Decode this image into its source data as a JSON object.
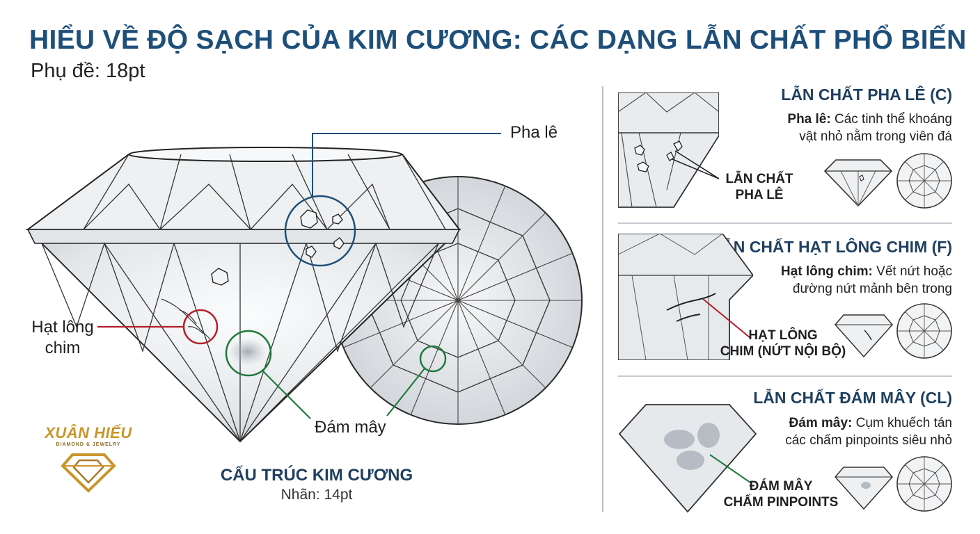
{
  "title": "HIỂU VỀ ĐỘ SẠCH CỦA KIM CƯƠNG: CÁC DẠNG LẪN CHẤT PHỔ BIẾN",
  "subtitle": "Phụ đề: 18pt",
  "main_diagram": {
    "callouts": {
      "crystal": "Pha lê",
      "feather": "Hạt lông chim",
      "cloud": "Đám mây"
    },
    "caption_title": "CẤU TRÚC KIM CƯƠNG",
    "caption_sub": "Nhãn: 14pt",
    "colors": {
      "crystal": "#1e4f7a",
      "feather": "#b3202a",
      "cloud": "#1e7a3c"
    }
  },
  "logo": {
    "name": "XUÂN HIẾU",
    "tagline": "DIAMOND & JEWELRY",
    "color": "#c9962b"
  },
  "panels": [
    {
      "title": "LẪN CHẤT PHA LÊ (C)",
      "desc_term": "Pha lê:",
      "desc_text": "Các tinh thể khoáng vật nhỏ nằm trong viên đá",
      "tag_line1": "LẪN CHẤT",
      "tag_line2": "PHA LÊ"
    },
    {
      "title": "LẪN CHẤT HẠT LÔNG CHIM (F)",
      "desc_term": "Hạt lông chim:",
      "desc_text": "Vết nứt hoặc đường nứt mảnh bên trong",
      "tag_line1": "HẠT LÔNG",
      "tag_line2": "CHIM (NỨT NỘI BỘ)"
    },
    {
      "title": "LẪN CHẤT ĐÁM MÂY (CL)",
      "desc_term": "Đám mây:",
      "desc_text": "Cụm khuếch tán các chấm pinpoints siêu nhỏ",
      "tag_line1": "ĐÁM MÂY",
      "tag_line2": "CHẤM PINPOINTS"
    }
  ]
}
